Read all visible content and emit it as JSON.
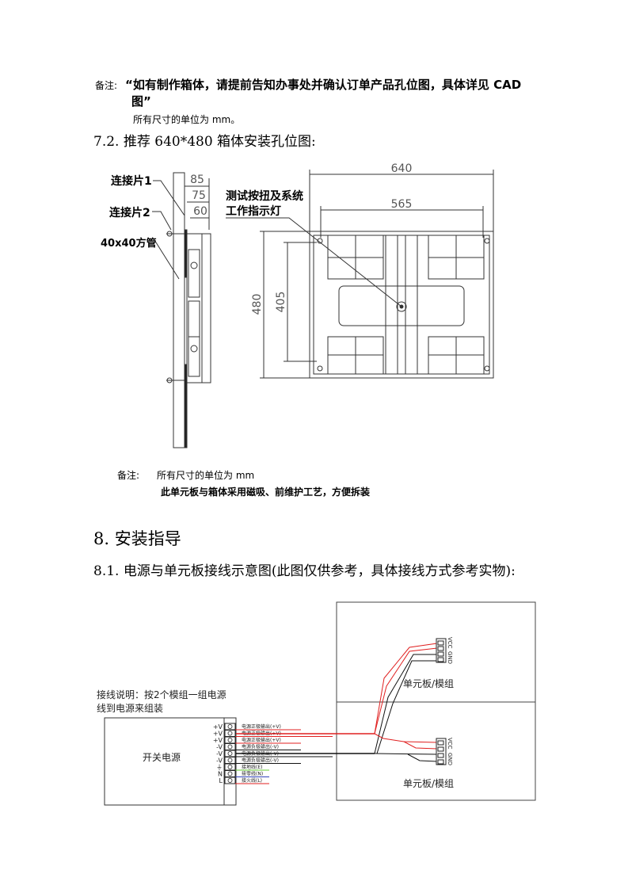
{
  "note1": {
    "label": "备注:",
    "bold_line1": "“如有制作箱体，请提前告知办事处并确认订单产品孔位图，具体详见 CAD",
    "bold_line2": "图”",
    "units": "所有尺寸的单位为 mm。"
  },
  "section_7_2": "7.2. 推荐 640*480 箱体安装孔位图:",
  "cabinet_drawing": {
    "side_labels": [
      "连接片1",
      "连接片2",
      "40x40方管"
    ],
    "side_dims": [
      "85",
      "75",
      "60"
    ],
    "front_dims": {
      "width_outer": "640",
      "width_inner": "565",
      "height_outer": "480",
      "height_inner": "405"
    },
    "callout_line1": "测试按扭及系统",
    "callout_line2": "工作指示灯"
  },
  "note2": {
    "label": "备注:",
    "units": "所有尺寸的单位为 mm",
    "bold": "此单元板与箱体采用磁吸、前维护工艺，方便拆装"
  },
  "section_8": "8. 安装指导",
  "section_8_1": "8.1. 电源与单元板接线示意图(此图仅供参考，具体接线方式参考实物):",
  "wiring": {
    "instructions_line1": "接线说明：按2个模组一组电源",
    "instructions_line2": "线到电源来组装",
    "psu_label": "开关电源",
    "terminals": [
      {
        "pin": "+V",
        "desc": "电源正极输出(+V)"
      },
      {
        "pin": "+V",
        "desc": "电源正极输出(+V)"
      },
      {
        "pin": "+V",
        "desc": "电源正极输出(+V)"
      },
      {
        "pin": "-V",
        "desc": "电源负极输出(-V)"
      },
      {
        "pin": "-V",
        "desc": "电源负极输出(-V)"
      },
      {
        "pin": "-V",
        "desc": "电源负极输出(-V)"
      },
      {
        "pin": "⏚",
        "desc": "接地线(E)"
      },
      {
        "pin": "N",
        "desc": "接零线(N)"
      },
      {
        "pin": "L",
        "desc": "接火线(L)"
      }
    ],
    "module_label_top": "单元板/模组",
    "module_label_bottom": "单元板/模组",
    "vcc": "VCC",
    "gnd": "GND",
    "colors": {
      "positive": "#e02020",
      "negative": "#111111",
      "earth": "#66cc33",
      "neutral": "#3344bb",
      "live": "#e02020"
    }
  }
}
